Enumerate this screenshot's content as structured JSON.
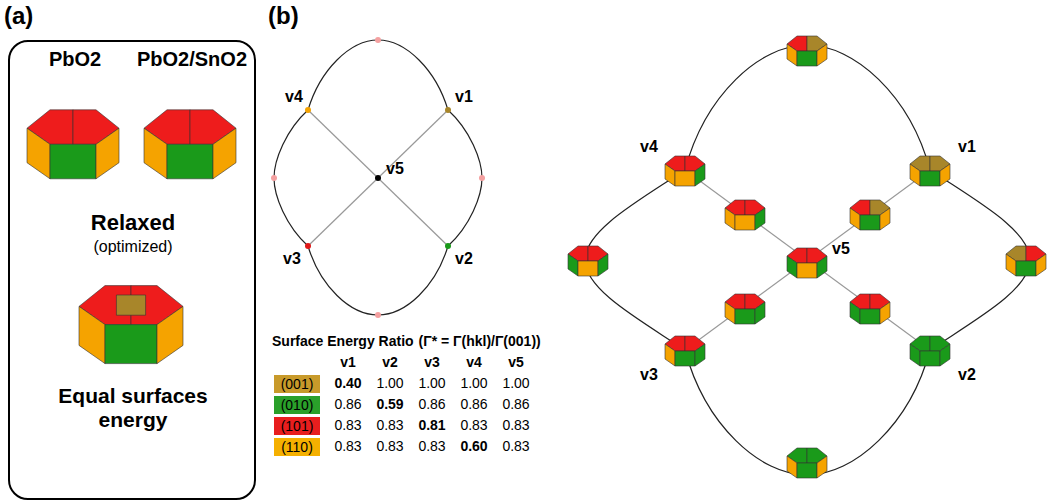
{
  "diagram": {
    "nodes": [
      {
        "text": [
          "PbO2",
          "PbO2/SnO2",
          "Relaxed",
          "(optimized)",
          "Equal surfaces energy"
        ]
      }
    ],
    "labels": [
      "(a)",
      "(b)",
      "v4",
      "v1",
      "v5",
      "v3",
      "v2",
      "Surface Energy Ratio",
      "(Γ* = Γ(hkl)/Γ(001))",
      "v1",
      "v2",
      "v3",
      "v4",
      "v5",
      "(001)",
      "0.40",
      "1.00",
      "1.00",
      "1.00",
      "1.00",
      "(010)",
      "0.86",
      "0.59",
      "0.86",
      "0.86",
      "0.86",
      "(101)",
      "0.83",
      "0.83",
      "0.81",
      "0.83",
      "0.83",
      "(110)",
      "0.83",
      "0.83",
      "0.83",
      "0.60",
      "0.83",
      "v4",
      "v1",
      "v5",
      "v3",
      "v2"
    ]
  }
}
